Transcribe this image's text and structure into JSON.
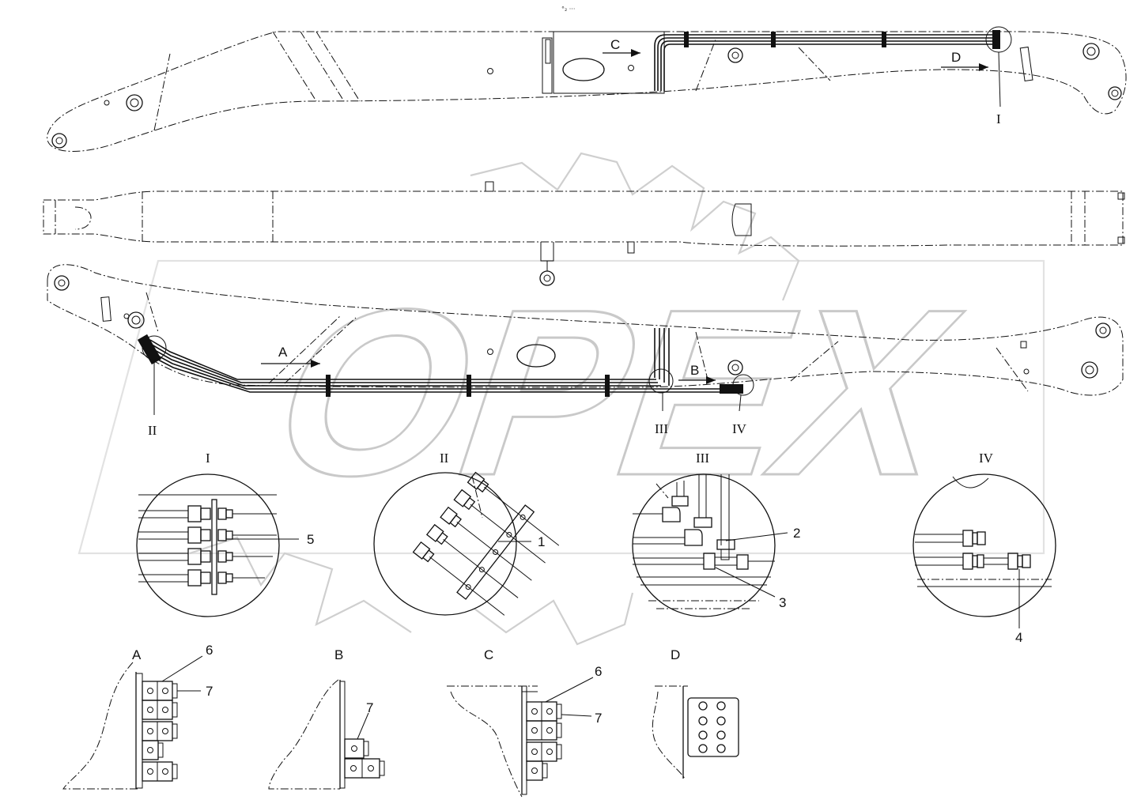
{
  "header": {
    "stamp": "°₂ ···"
  },
  "watermark": {
    "text": "OPEX"
  },
  "top_view": {
    "arrow_c": "C",
    "arrow_d": "D",
    "detail_i": "I"
  },
  "bottom_view": {
    "arrow_a": "A",
    "arrow_b": "B",
    "detail_ii": "II",
    "detail_iii": "III",
    "detail_iv": "IV"
  },
  "details": {
    "i": {
      "title": "I",
      "callout": "5"
    },
    "ii": {
      "title": "II",
      "callout": "1"
    },
    "iii": {
      "title": "III",
      "callout_a": "2",
      "callout_b": "3"
    },
    "iv": {
      "title": "IV",
      "callout": "4"
    }
  },
  "sections": {
    "a": {
      "title": "A",
      "callout_a": "6",
      "callout_b": "7"
    },
    "b": {
      "title": "B",
      "callout_a": "7"
    },
    "c": {
      "title": "C",
      "callout_a": "6",
      "callout_b": "7"
    },
    "d": {
      "title": "D"
    }
  }
}
